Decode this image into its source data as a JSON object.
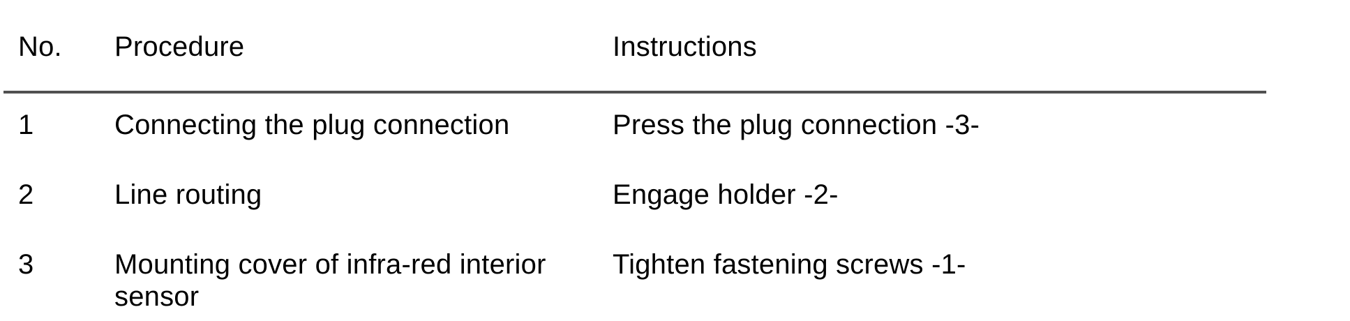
{
  "table": {
    "headers": {
      "no": "No.",
      "procedure": "Procedure",
      "instructions": "Instructions"
    },
    "rows": [
      {
        "no": "1",
        "procedure": "Connecting the plug connection",
        "instructions": "Press the plug connection -3-"
      },
      {
        "no": "2",
        "procedure": "Line routing",
        "instructions": "Engage holder -2-"
      },
      {
        "no": "3",
        "procedure": "Mounting cover of infra-red interior sensor",
        "instructions": "Tighten fastening screws -1-"
      }
    ]
  },
  "colors": {
    "background": "#ffffff",
    "text": "#000000",
    "divider": "#515151"
  }
}
